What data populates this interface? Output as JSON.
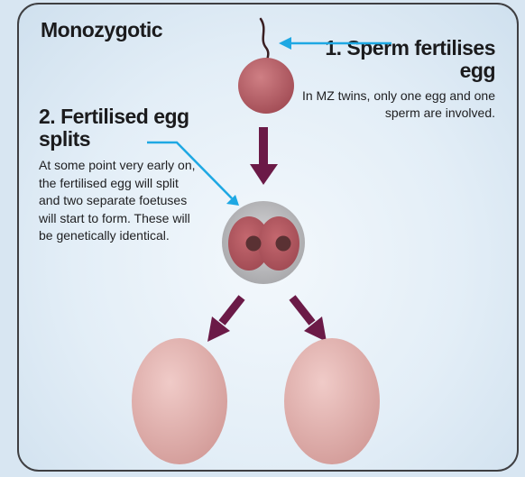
{
  "title": "Monozygotic",
  "step1": {
    "heading": "1. Sperm fertilises egg",
    "text": "In MZ twins, only one egg and one sperm are involved."
  },
  "step2": {
    "heading": "2. Fertilised egg splits",
    "text": "At some point very early on, the fertilised egg will split and two separate foetuses will start to form. These will be genetically identical."
  },
  "colors": {
    "arrow": "#6b1a47",
    "pointer": "#1ea8e3",
    "egg": "#b0565d",
    "foetus": "#e3b1ad",
    "nucleus": "#5a3133"
  }
}
